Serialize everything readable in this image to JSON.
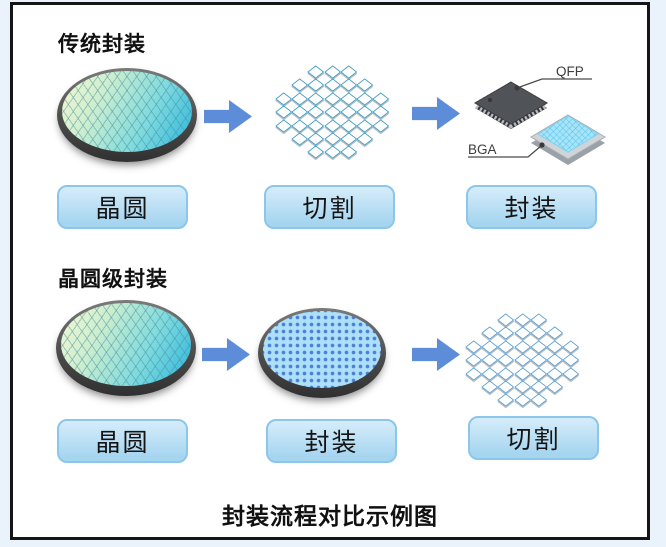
{
  "figure": {
    "caption": "封装流程对比示例图"
  },
  "sections": [
    {
      "title": "传统封装",
      "steps": [
        "晶圆",
        "切割",
        "封装"
      ]
    },
    {
      "title": "晶圆级封装",
      "steps": [
        "晶圆",
        "封装",
        "切割"
      ]
    }
  ],
  "annotations": {
    "qfp_label": "QFP",
    "bga_label": "BGA"
  },
  "colors": {
    "page_background": "#eaf3fb",
    "frame_border": "#151515",
    "arrow": "#5d8dd9",
    "button_fill_top": "#d6edfa",
    "button_fill_bottom": "#a6d5f0",
    "button_border": "#8cc6ea",
    "bump_dot": "#4b80d8",
    "bumped_wafer_surface": "#ade0f8"
  },
  "clusters": [
    {
      "rows": [
        3,
        5,
        7,
        7,
        7,
        5,
        3
      ],
      "color_from": "#dcf4c4",
      "color_to": "#25aeda",
      "border": "#3e9cc2"
    },
    {
      "rows": [
        3,
        5,
        7,
        7,
        7,
        5,
        3
      ],
      "color_from": "#d3ecfa",
      "color_to": "#8fc7ec",
      "border": "#5c9fd4"
    }
  ]
}
